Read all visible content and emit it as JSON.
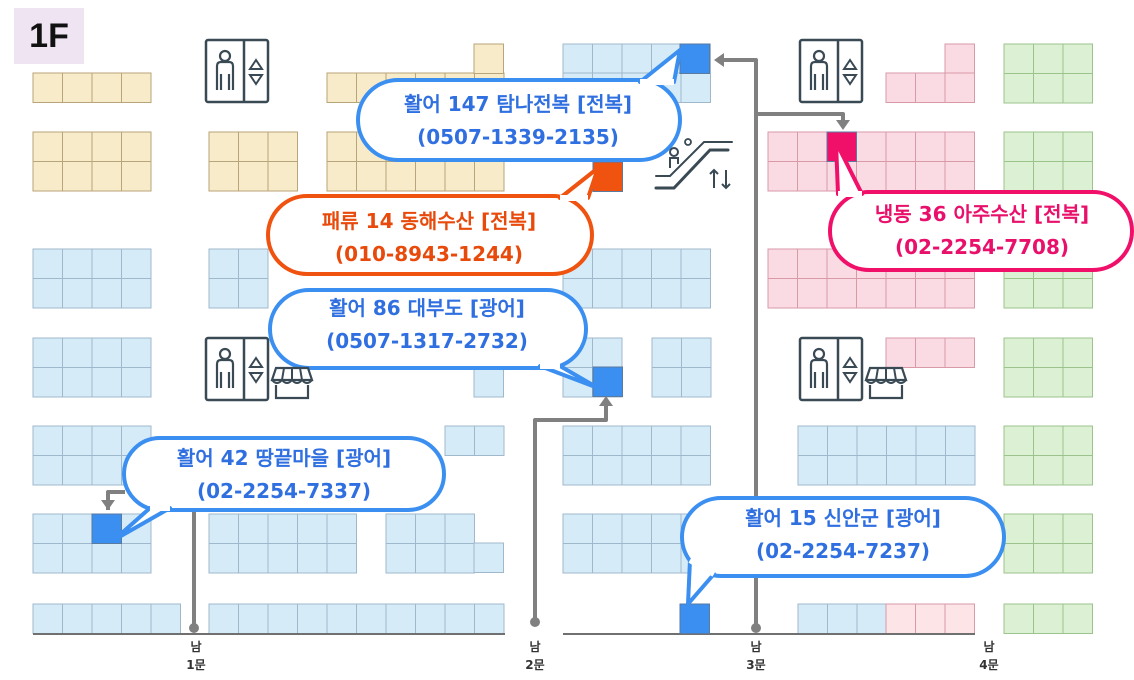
{
  "floor_label": "1F",
  "colors": {
    "stall_beige": "#f8ebc9",
    "stall_blue": "#d6ebf8",
    "stall_pink": "#fadbe3",
    "stall_green": "#dcf0d3",
    "highlight_blue": "#3b8ff0",
    "highlight_orange": "#f0520f",
    "highlight_magenta": "#f0106a",
    "route_gray": "#808080"
  },
  "callouts": [
    {
      "id": "c147",
      "line1": "활어 147 탐나전복 [전복]",
      "line2": "(0507-1339-2135)",
      "color": "#3b82f0"
    },
    {
      "id": "c14",
      "line1": "패류 14 동해수산 [전복]",
      "line2": "(010-8943-1244)",
      "color": "#f0520f"
    },
    {
      "id": "c36",
      "line1": "냉동 36 아주수산 [전복]",
      "line2": "(02-2254-7708)",
      "color": "#f0106a"
    },
    {
      "id": "c86",
      "line1": "활어 86 대부도 [광어]",
      "line2": "(0507-1317-2732)",
      "color": "#3b82f0"
    },
    {
      "id": "c42",
      "line1": "활어 42 땅끝마을 [광어]",
      "line2": "(02-2254-7337)",
      "color": "#3b82f0"
    },
    {
      "id": "c15",
      "line1": "활어 15 신안군 [광어]",
      "line2": "(02-2254-7237)",
      "color": "#3b82f0"
    }
  ],
  "gates": [
    {
      "top": "남",
      "bottom": "1문"
    },
    {
      "top": "남",
      "bottom": "2문"
    },
    {
      "top": "남",
      "bottom": "3문"
    },
    {
      "top": "남",
      "bottom": "4문"
    }
  ],
  "icons": [
    "elevator-icon",
    "escalator-icon",
    "market-stall-icon"
  ]
}
